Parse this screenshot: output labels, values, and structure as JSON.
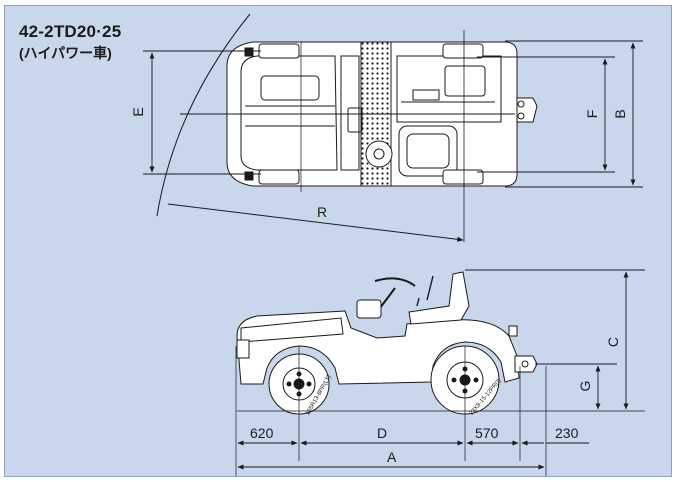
{
  "title": {
    "model": "42-2TD20·25",
    "variant": "(ハイパワー車)"
  },
  "dimension_labels": {
    "A": "A",
    "B": "B",
    "C": "C",
    "D": "D",
    "E": "E",
    "F": "F",
    "G": "G",
    "R": "R"
  },
  "dimension_values": {
    "front_overhang": "620",
    "rear_overhang": "570",
    "hitch_length": "230"
  },
  "tire_markings": {
    "front": "165R13-8PR(LT)",
    "rear": "23X8-15-12PR(I)"
  },
  "colors": {
    "background": "#c9d7ec",
    "line": "#1a1a1a",
    "vehicle_fill": "#ffffff"
  }
}
